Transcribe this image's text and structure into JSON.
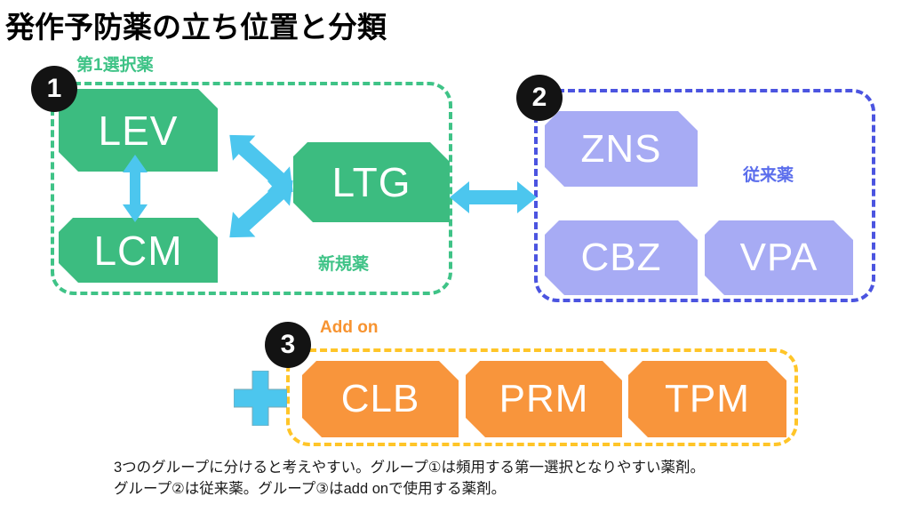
{
  "page": {
    "title": "発作予防薬の立ち位置と分類",
    "background_color": "#FFFFFF"
  },
  "colors": {
    "green": "#3CBC80",
    "green_dash": "#3FC387",
    "purple": "#A7ABF4",
    "purple_dash": "#4B54E0",
    "purple_label": "#5B6EEC",
    "orange": "#F8953C",
    "orange_dash": "#FFC528",
    "orange_label": "#F79330",
    "arrow_cyan": "#4CC6EE",
    "circle_black": "#131313",
    "text_white": "#FFFFFF",
    "caption_text": "#1A1A1A"
  },
  "groups": [
    {
      "number": "1",
      "heading": "第1選択薬",
      "footer_label": "新規薬",
      "accent": "green",
      "drugs": [
        {
          "code": "LEV"
        },
        {
          "code": "LCM"
        },
        {
          "code": "LTG"
        }
      ]
    },
    {
      "number": "2",
      "heading": "",
      "footer_label": "従来薬",
      "accent": "purple",
      "drugs": [
        {
          "code": "ZNS"
        },
        {
          "code": "CBZ"
        },
        {
          "code": "VPA"
        }
      ]
    },
    {
      "number": "3",
      "heading": "Add on",
      "footer_label": "",
      "accent": "orange",
      "drugs": [
        {
          "code": "CLB"
        },
        {
          "code": "PRM"
        },
        {
          "code": "TPM"
        }
      ]
    }
  ],
  "connectors": [
    {
      "name": "lev-lcm",
      "style": "double-headed vertical"
    },
    {
      "name": "lev-ltg",
      "style": "double-headed diagonal"
    },
    {
      "name": "lcm-ltg",
      "style": "double-headed diagonal"
    },
    {
      "name": "group1-group2",
      "style": "double-headed horizontal"
    }
  ],
  "plus_icon": {
    "name": "plus-icon",
    "color": "#4CC6EE"
  },
  "caption": {
    "line1": "3つのグループに分けると考えやすい。グループ①は頻用する第一選択となりやすい薬剤。",
    "line2": "グループ②は従来薬。グループ③はadd onで使用する薬剤。"
  }
}
